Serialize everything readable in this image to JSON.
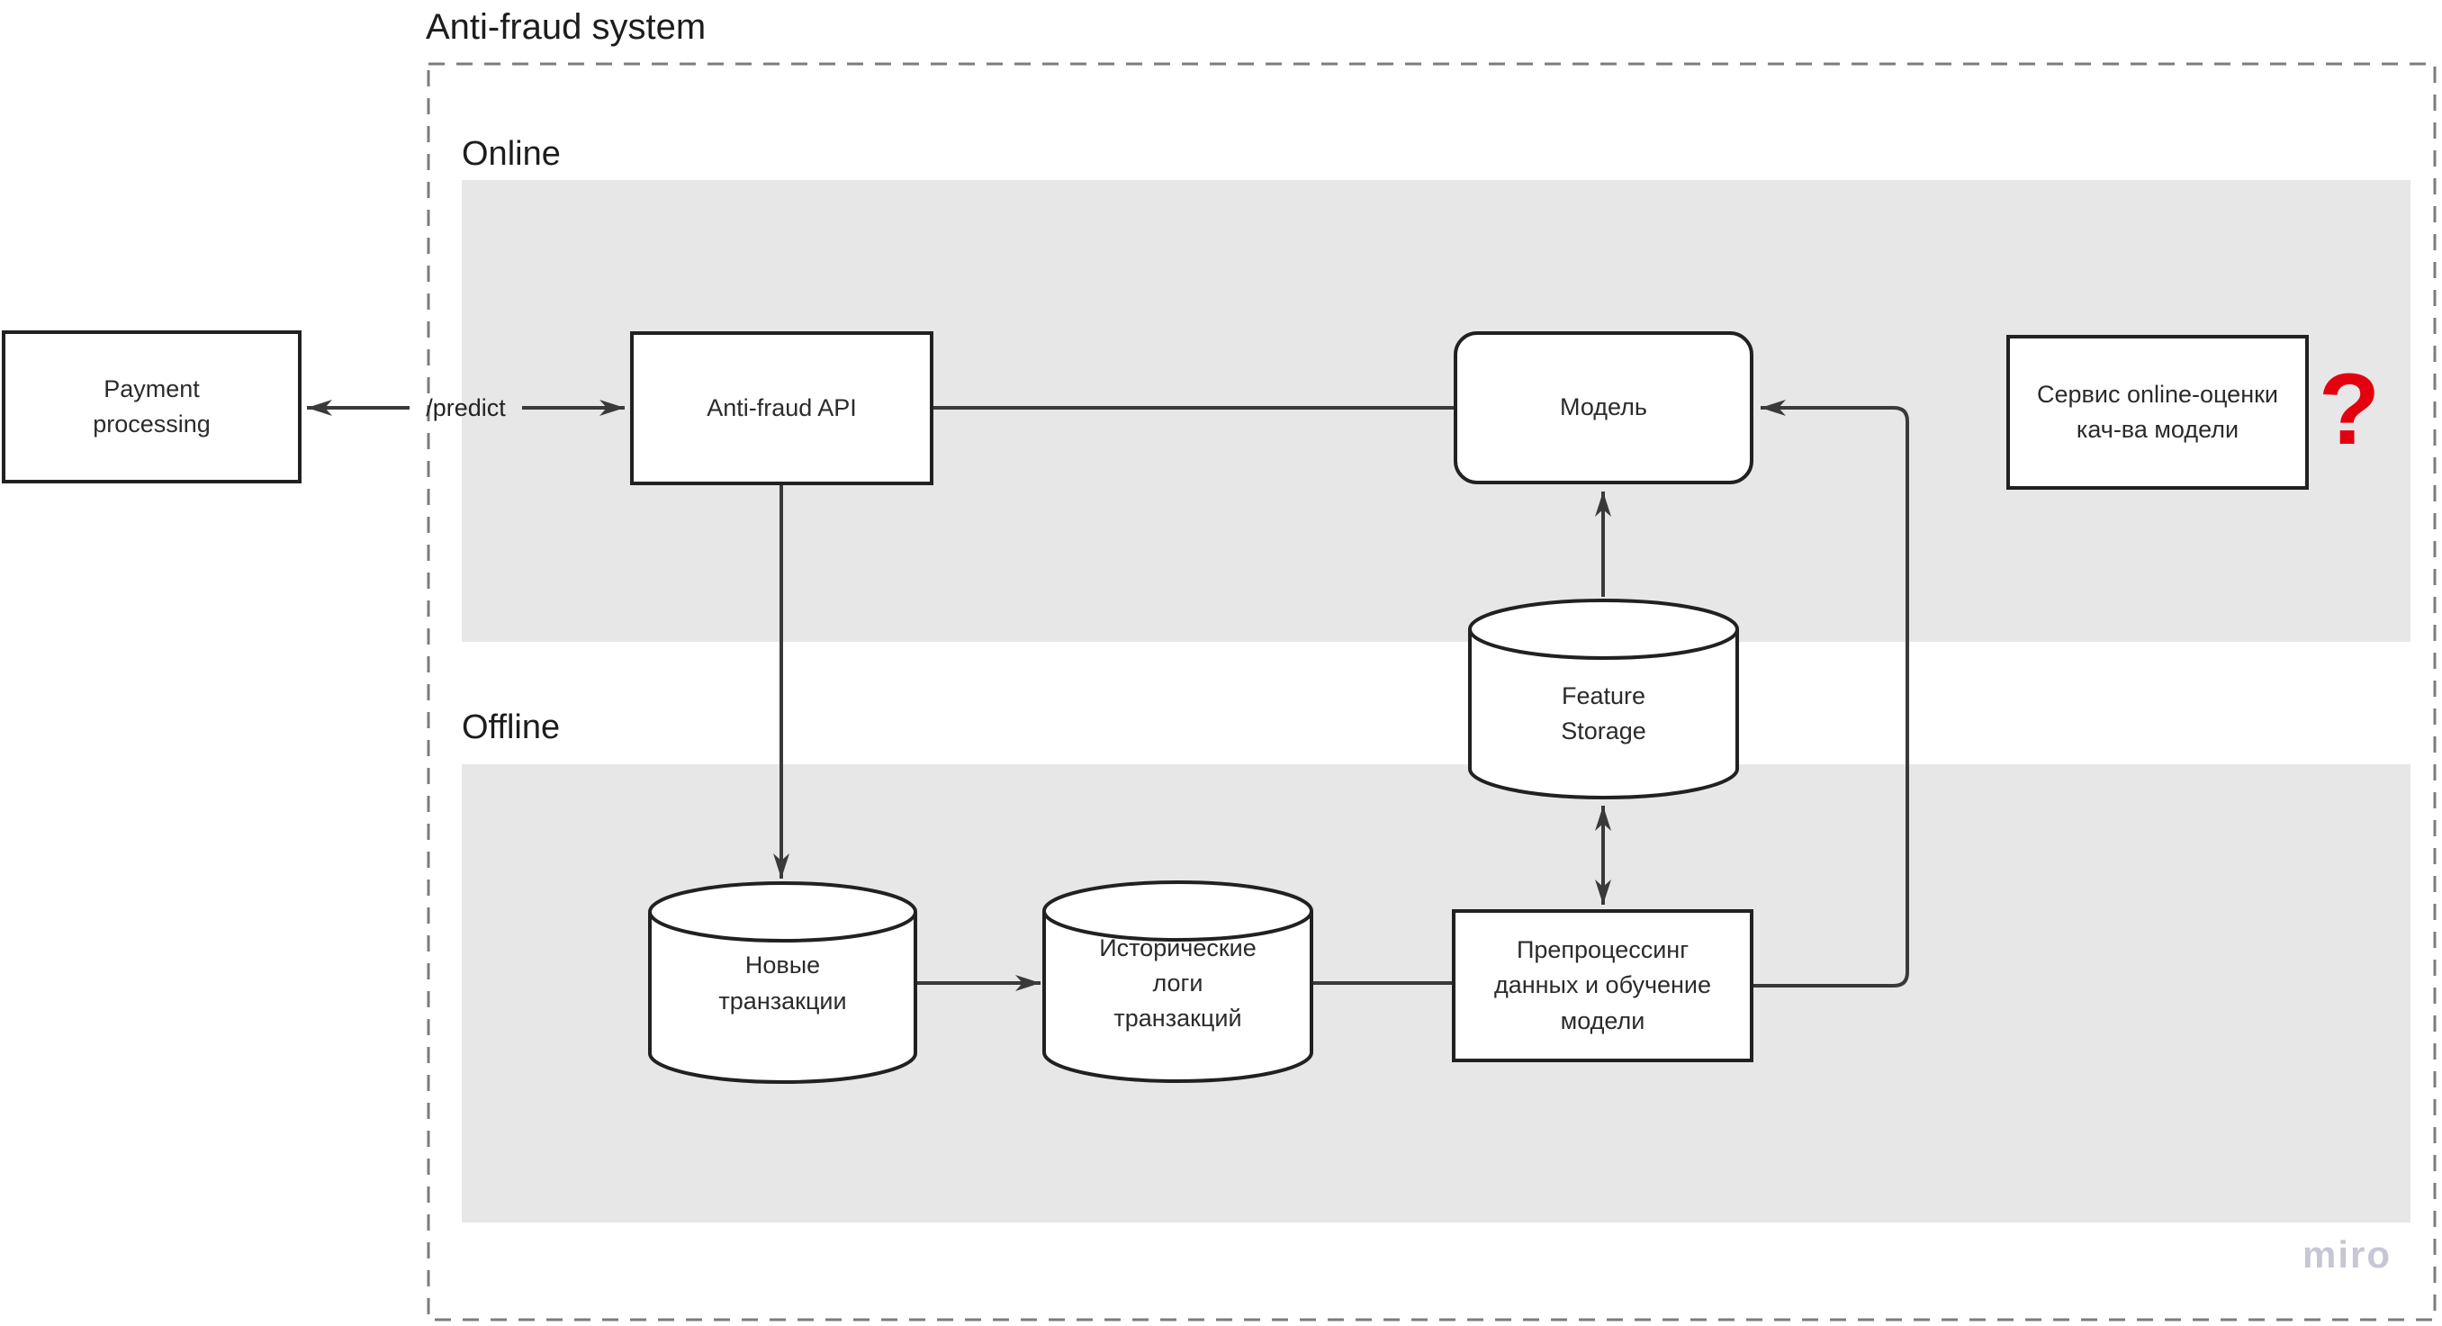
{
  "title": "Anti-fraud system",
  "watermark": "miro",
  "sections": {
    "online": {
      "label": "Online"
    },
    "offline": {
      "label": "Offline"
    }
  },
  "nodes": {
    "payment": {
      "label": "Payment\nprocessing",
      "shape": "rectangle"
    },
    "api": {
      "label": "Anti-fraud API",
      "shape": "rectangle"
    },
    "model": {
      "label": "Модель",
      "shape": "rounded-rectangle"
    },
    "quality_service": {
      "label": "Сервис online-оценки\nкач-ва модели",
      "shape": "rectangle"
    },
    "feature_storage": {
      "label": "Feature\nStorage",
      "shape": "cylinder"
    },
    "new_transactions": {
      "label": "Новые\nтранзакции",
      "shape": "cylinder"
    },
    "historical_logs": {
      "label": "Исторические\nлоги\nтранзакций",
      "shape": "cylinder"
    },
    "preprocessing": {
      "label": "Препроцессинг\nданных и обучение\nмодели",
      "shape": "rectangle"
    }
  },
  "annotations": {
    "predict_endpoint": "/predict",
    "question_mark": "?"
  },
  "colors": {
    "band": "#e7e7e7",
    "node_border": "#212121",
    "connector": "#3a3a3a",
    "dashed_border": "#7c7c7c",
    "question_mark": "#e3000f",
    "watermark": "#c6c6d4",
    "text": "#2b2b2b"
  }
}
